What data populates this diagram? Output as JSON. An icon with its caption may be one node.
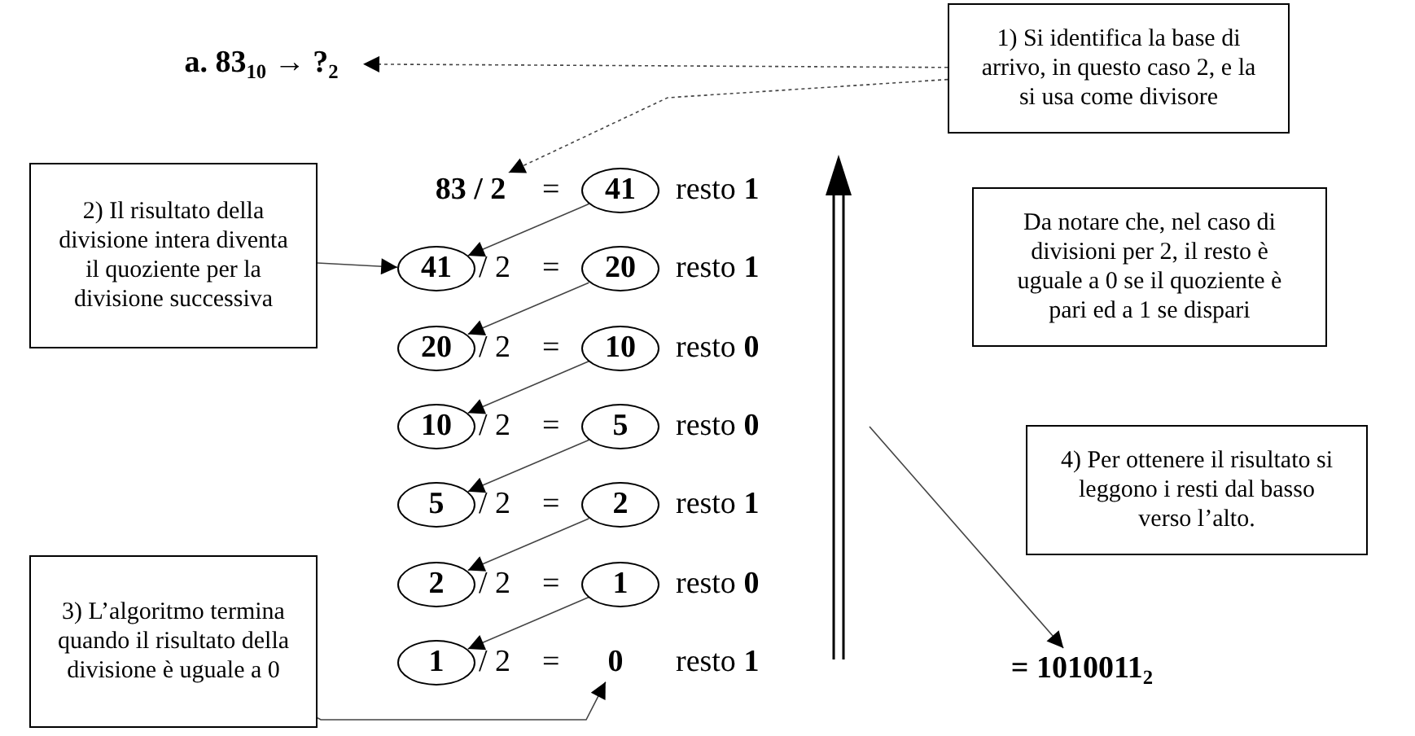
{
  "diagram": {
    "nodes": [
      {
        "text": [
          "1) Si identifica la base di arrivo, in questo caso 2, e la si usa come divisore"
        ]
      },
      {
        "text": [
          "a. 83$_{10}$ → ?$_{2}$"
        ]
      },
      {
        "text": [
          "83  / 2"
        ]
      },
      {
        "text": [
          "41"
        ]
      },
      {
        "text": [
          "2) Il risultato della divisione intera diventa il quoziente per la divisione successiva"
        ]
      },
      {
        "text": [
          "41"
        ]
      },
      {
        "text": [
          "20"
        ]
      },
      {
        "text": [
          "Da notare che, nel caso di divisioni per 2, il resto è uguale a 0 se il quoziente è pari ed a 1 se dispari"
        ]
      },
      {
        "text": [
          "20"
        ]
      },
      {
        "text": [
          "10"
        ]
      },
      {
        "text": [
          "10"
        ]
      },
      {
        "text": [
          "5"
        ]
      },
      {
        "text": [
          "4) Per ottenere il risultato si leggono i resti dal basso verso l’alto."
        ]
      },
      {
        "text": [
          "5"
        ]
      },
      {
        "text": [
          "2"
        ]
      },
      {
        "text": [
          "2"
        ]
      },
      {
        "text": [
          "1"
        ]
      },
      {
        "text": [
          "3) L’algoritmo termina quando il risultato della divisione è uguale a 0"
        ]
      },
      {
        "text": [
          "1"
        ]
      },
      {
        "text": [
          "0"
        ]
      },
      {
        "text": [
          "= 1010011$_{2}$"
        ]
      }
    ],
    "edges": [
      {
        "from": 0,
        "to": 1,
        "arrow": "to",
        "style": "dashed"
      },
      {
        "from": 0,
        "to": 2,
        "arrow": "to",
        "style": "dashed"
      },
      {
        "from": 3,
        "to": 5,
        "arrow": "to"
      },
      {
        "from": 4,
        "to": 5,
        "arrow": "to"
      },
      {
        "from": 6,
        "to": 8,
        "arrow": "to"
      },
      {
        "from": 9,
        "to": 10,
        "arrow": "to"
      },
      {
        "from": 11,
        "to": 13,
        "arrow": "to"
      },
      {
        "from": 14,
        "to": 15,
        "arrow": "to"
      },
      {
        "from": 16,
        "to": 18,
        "arrow": "to"
      },
      {
        "from": 17,
        "to": 19,
        "arrow": "to"
      },
      {
        "from": null,
        "to": 20,
        "arrow": "to"
      }
    ],
    "labels": [
      "=",
      "resto **1**",
      "/ 2",
      "=",
      "resto **1**",
      "/ 2",
      "=",
      "resto **0**",
      "/ 2",
      "=",
      "resto **0**",
      "/ 2",
      "=",
      "resto **1**",
      "/ 2",
      "=",
      "resto **0**",
      "/ 2",
      "=",
      "resto **1**"
    ]
  }
}
